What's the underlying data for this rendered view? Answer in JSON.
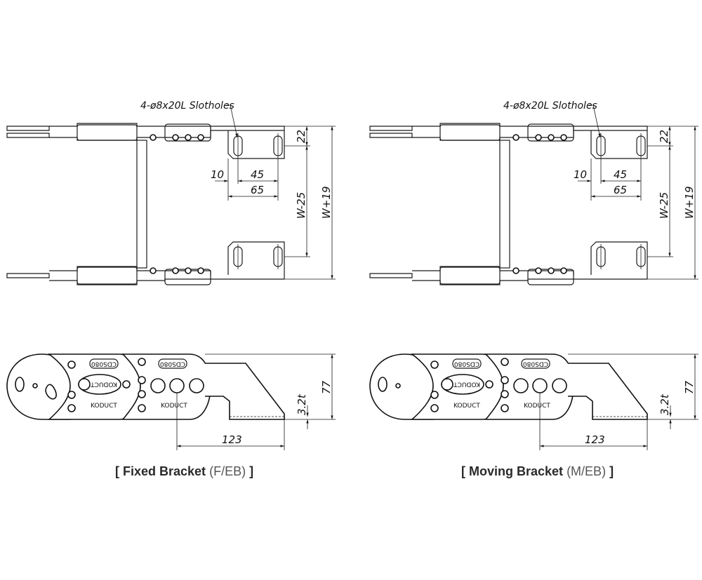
{
  "drawings": {
    "fixed": {
      "callout": "4-ø8x20L Slotholes",
      "dims": {
        "d22": "22",
        "d10": "10",
        "d45": "45",
        "d65": "65",
        "dw25": "W-25",
        "dw19": "W+19",
        "d77": "77",
        "d32": "3.2t",
        "d123": "123"
      },
      "stamps": {
        "model_top": "CDS080",
        "model_mid": "CDS080",
        "brand_a": "KODUCT",
        "brand_b": "KODUCT",
        "brand_c": "KODUCT"
      },
      "caption": {
        "open": "[ ",
        "name": "Fixed Bracket",
        "code": "(F/EB)",
        "close": " ]"
      }
    },
    "moving": {
      "callout": "4-ø8x20L Slotholes",
      "dims": {
        "d22": "22",
        "d10": "10",
        "d45": "45",
        "d65": "65",
        "dw25": "W-25",
        "dw19": "W+19",
        "d77": "77",
        "d32": "3.2t",
        "d123": "123"
      },
      "stamps": {
        "model_top": "CDS080",
        "model_mid": "CDS080",
        "brand_a": "KODUCT",
        "brand_b": "KODUCT",
        "brand_c": "KODUCT"
      },
      "caption": {
        "open": "[ ",
        "name": "Moving Bracket",
        "code": "(M/EB)",
        "close": " ]"
      }
    }
  }
}
